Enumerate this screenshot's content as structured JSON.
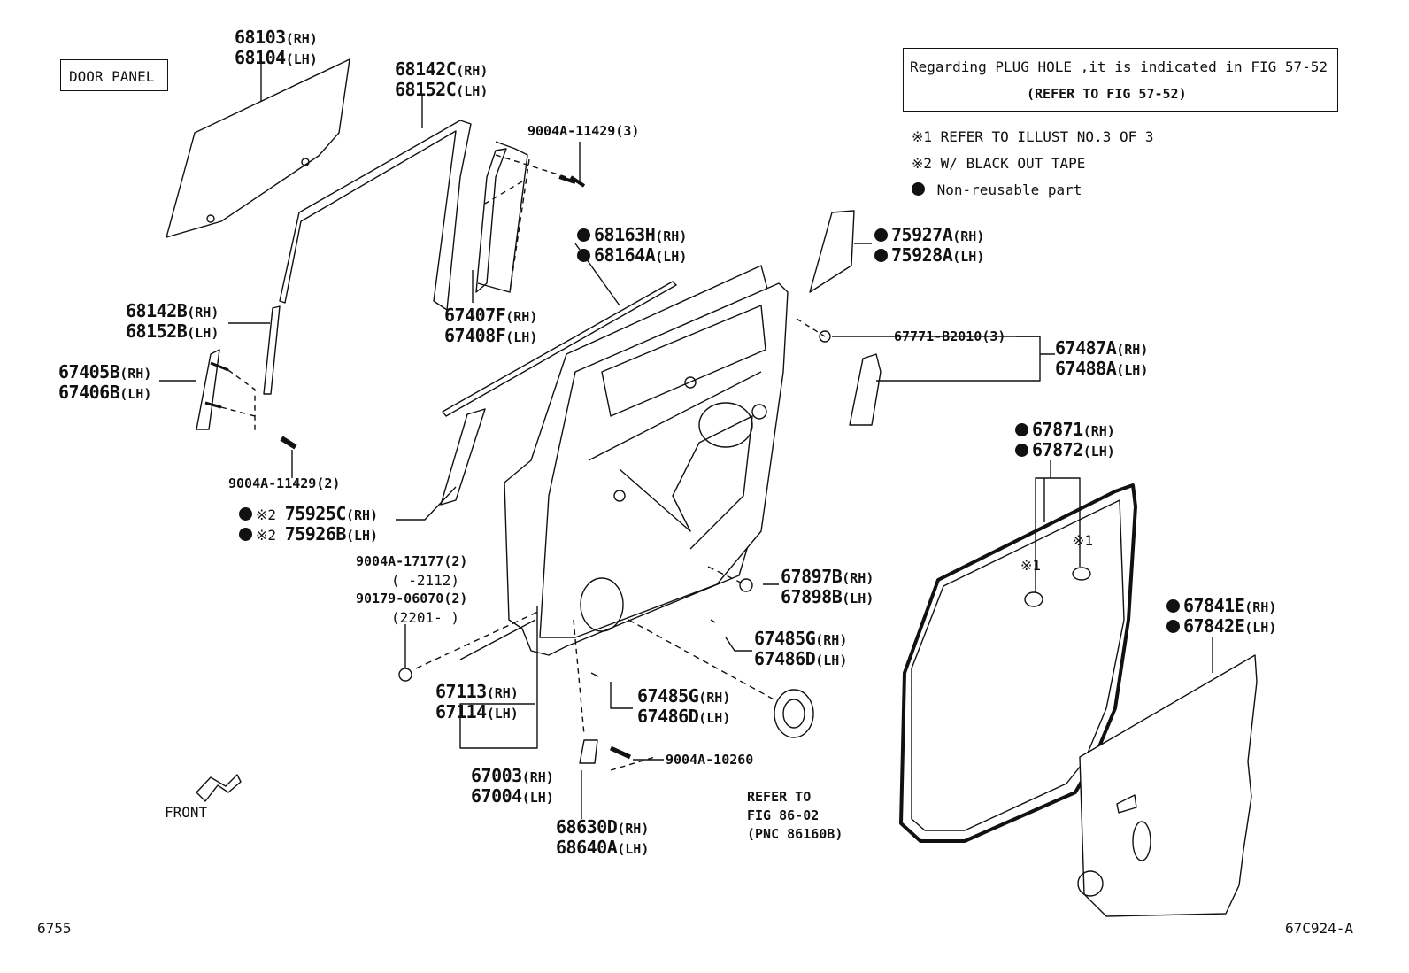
{
  "header": {
    "door_panel_label": "DOOR PANEL"
  },
  "notes": {
    "plug_hole": "Regarding PLUG HOLE ,it is indicated in FIG 57-52",
    "refer_fig": "(REFER TO FIG 57-52)",
    "note1": "※1 REFER TO ILLUST NO.3 OF 3",
    "note2": "※2 W/ BLACK OUT TAPE",
    "legend_non_reusable": "Non-reusable part"
  },
  "callouts": {
    "glass": {
      "l1": "68103",
      "s1": "(RH)",
      "l2": "68104",
      "s2": "(LH)"
    },
    "run_channel": {
      "l1": "68142C",
      "s1": "(RH)",
      "l2": "68152C",
      "s2": "(LH)"
    },
    "bolt_3": {
      "text": "9004A-11429(3)"
    },
    "belt_weather": {
      "l1": "68163H",
      "s1": "(RH)",
      "l2": "68164A",
      "s2": "(LH)"
    },
    "side_tape": {
      "l1": "75927A",
      "s1": "(RH)",
      "l2": "75928A",
      "s2": "(LH)"
    },
    "division_bar": {
      "l1": "67407F",
      "s1": "(RH)",
      "l2": "67408F",
      "s2": "(LH)"
    },
    "rear_run": {
      "l1": "68142B",
      "s1": "(RH)",
      "l2": "68152B",
      "s2": "(LH)"
    },
    "clip_3": {
      "text": "67771-B2010(3)"
    },
    "garnish": {
      "l1": "67487A",
      "s1": "(RH)",
      "l2": "67488A",
      "s2": "(LH)"
    },
    "bracket": {
      "l1": "67405B",
      "s1": "(RH)",
      "l2": "67406B",
      "s2": "(LH)"
    },
    "weatherstrip": {
      "l1": "67871",
      "s1": "(RH)",
      "l2": "67872",
      "s2": "(LH)"
    },
    "bolt_2": {
      "text": "9004A-11429(2)"
    },
    "front_tape": {
      "mark": "※2",
      "l1": "75925C",
      "s1": "(RH)",
      "l2": "75926B",
      "s2": "(LH)"
    },
    "nut_group": {
      "l1": "9004A-17177(2)",
      "l1b": "(      -2112)",
      "l2": "90179-06070(2)",
      "l2b": "(2201-      )"
    },
    "plug_67897": {
      "l1": "67897B",
      "s1": "(RH)",
      "l2": "67898B",
      "s2": "(LH)"
    },
    "tape_a": {
      "l1": "67485G",
      "s1": "(RH)",
      "l2": "67486D",
      "s2": "(LH)"
    },
    "tape_b": {
      "l1": "67485G",
      "s1": "(RH)",
      "l2": "67486D",
      "s2": "(LH)"
    },
    "hole_cover": {
      "l1": "67841E",
      "s1": "(RH)",
      "l2": "67842E",
      "s2": "(LH)"
    },
    "panel_sub": {
      "l1": "67113",
      "s1": "(RH)",
      "l2": "67114",
      "s2": "(LH)"
    },
    "door_assy": {
      "l1": "67003",
      "s1": "(RH)",
      "l2": "67004",
      "s2": "(LH)"
    },
    "bolt_10260": {
      "text": "9004A-10260"
    },
    "speaker_ref": {
      "l1": "REFER TO",
      "l2": "FIG 86-02",
      "l3": "(PNC 86160B)"
    },
    "check": {
      "l1": "68630D",
      "s1": "(RH)",
      "l2": "68640A",
      "s2": "(LH)"
    },
    "mark1": "※1"
  },
  "front_label": "FRONT",
  "footer": {
    "page_no": "6755",
    "illust_id": "67C924-A"
  }
}
